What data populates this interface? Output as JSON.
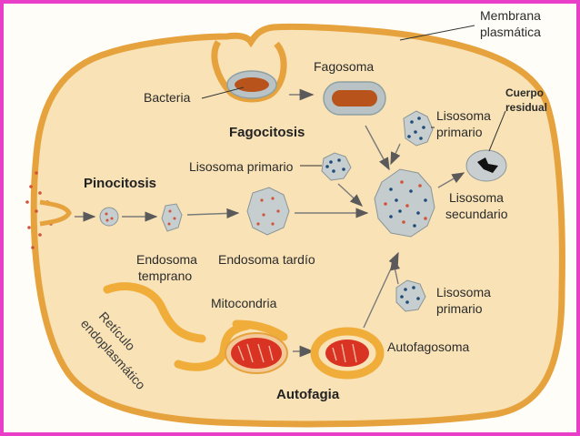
{
  "labels": {
    "membrana_line1": "Membrana",
    "membrana_line2": "plasmática",
    "fagosoma": "Fagosoma",
    "bacteria": "Bacteria",
    "fagocitosis": "Fagocitosis",
    "lisosoma_primario_top_line1": "Lisosoma",
    "lisosoma_primario_top_line2": "primario",
    "cuerpo_residual_line1": "Cuerpo",
    "cuerpo_residual_line2": "residual",
    "lisosoma_primario_mid": "Lisosoma primario",
    "pinocitosis": "Pinocitosis",
    "lisosoma_secundario_line1": "Lisosoma",
    "lisosoma_secundario_line2": "secundario",
    "endosoma_temprano_line1": "Endosoma",
    "endosoma_temprano_line2": "temprano",
    "endosoma_tardio": "Endosoma tardío",
    "lisosoma_primario_bottom_line1": "Lisosoma",
    "lisosoma_primario_bottom_line2": "primario",
    "mitocondria": "Mitocondria",
    "reticulo_line1": "Retículo",
    "reticulo_line2": "endoplasmático",
    "autofagosoma": "Autofagosoma",
    "autofagia": "Autofagia"
  },
  "colors": {
    "frame": "#e83ec8",
    "cytoplasm": "#f8e2b6",
    "membrane": "#e6a23c",
    "vesicle": "#b9c3c5",
    "bacteria": "#b8541b",
    "mito": "#d93423",
    "dots_red": "#d0533a",
    "dots_blue": "#1f4b78"
  }
}
